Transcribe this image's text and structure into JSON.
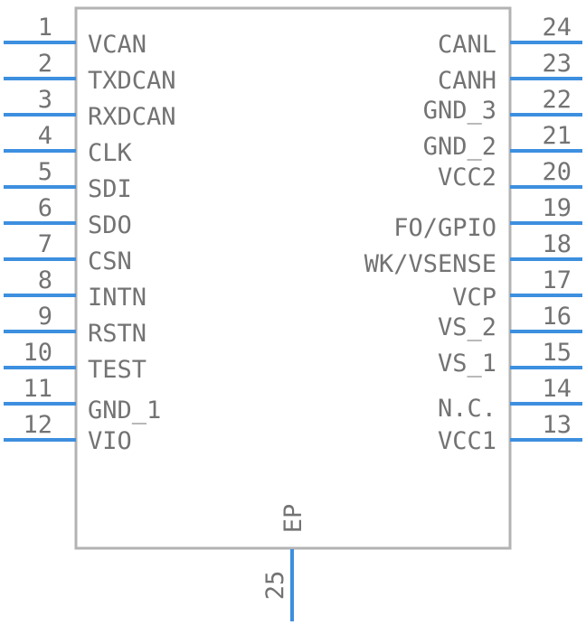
{
  "colors": {
    "pin": "#3d8fdf",
    "body": "#b3b3b3",
    "text": "#737373",
    "background": "#ffffff"
  },
  "left_pins": [
    {
      "num": "1",
      "name": "VCAN"
    },
    {
      "num": "2",
      "name": "TXDCAN"
    },
    {
      "num": "3",
      "name": "RXDCAN"
    },
    {
      "num": "4",
      "name": "CLK"
    },
    {
      "num": "5",
      "name": "SDI"
    },
    {
      "num": "6",
      "name": "SDO"
    },
    {
      "num": "7",
      "name": "CSN"
    },
    {
      "num": "8",
      "name": "INTN"
    },
    {
      "num": "9",
      "name": "RSTN"
    },
    {
      "num": "10",
      "name": "TEST"
    },
    {
      "num": "11",
      "name": "GND_1"
    },
    {
      "num": "12",
      "name": "VIO"
    }
  ],
  "right_pins": [
    {
      "num": "24",
      "name": "CANL"
    },
    {
      "num": "23",
      "name": "CANH"
    },
    {
      "num": "22",
      "name": "GND_3"
    },
    {
      "num": "21",
      "name": "GND_2"
    },
    {
      "num": "20",
      "name": "VCC2"
    },
    {
      "num": "19",
      "name": "FO/GPIO"
    },
    {
      "num": "18",
      "name": "WK/VSENSE"
    },
    {
      "num": "17",
      "name": "VCP"
    },
    {
      "num": "16",
      "name": "VS_2"
    },
    {
      "num": "15",
      "name": "VS_1"
    },
    {
      "num": "14",
      "name": "N.C."
    },
    {
      "num": "13",
      "name": "VCC1"
    }
  ],
  "bottom_pin": {
    "num": "25",
    "name": "EP"
  }
}
